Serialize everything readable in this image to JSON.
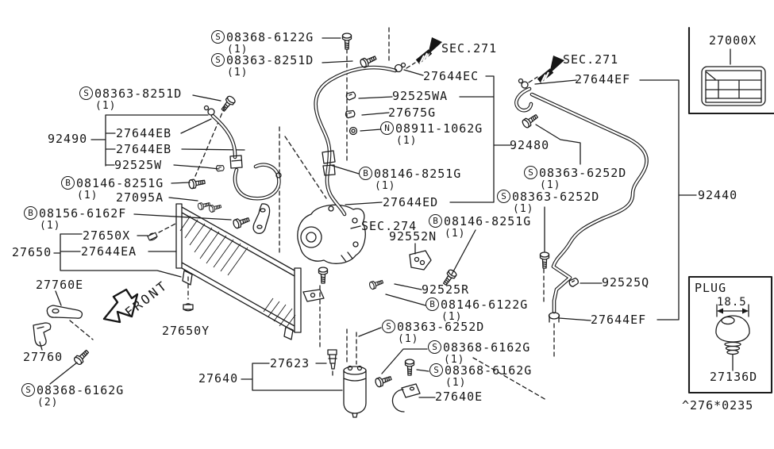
{
  "diagram": {
    "footer_code": "^276*0235",
    "front": "FRONT",
    "prefix": {
      "s": "S",
      "b": "B",
      "n": "N"
    },
    "qty": {
      "one": "(1)",
      "two": "(2)"
    },
    "sections": {
      "sec271": "SEC.271",
      "sec274": "SEC.274"
    },
    "inset_plug": {
      "title": "PLUG",
      "width_mm": "18.5",
      "part": "27136D"
    },
    "inset_label": {
      "part": "27000X"
    },
    "parts": {
      "p08368_6122g": "08368-6122G",
      "p08363_8251d": "08363-8251D",
      "p92490": "92490",
      "p27644eb": "27644EB",
      "p92525w": "92525W",
      "p08146_8251g": "08146-8251G",
      "p27095a": "27095A",
      "p08156_6162f": "08156-6162F",
      "p27650x": "27650X",
      "p27650": "27650",
      "p27644ea": "27644EA",
      "p27760e": "27760E",
      "p27760": "27760",
      "p08368_6162g": "08368-6162G",
      "p27650y": "27650Y",
      "p27623": "27623",
      "p27640": "27640",
      "p92525wa": "92525WA",
      "p27675g": "27675G",
      "p08911_1062g": "08911-1062G",
      "p92480": "92480",
      "p27644ed": "27644ED",
      "p92552n": "92552N",
      "p92525r": "92525R",
      "p08146_6122g": "08146-6122G",
      "p08363_6252d": "08363-6252D",
      "p27640e": "27640E",
      "p27644ec": "27644EC",
      "p27644ef": "27644EF",
      "p92440": "92440",
      "p92525q": "92525Q",
      "p27000x": "27000X"
    }
  }
}
